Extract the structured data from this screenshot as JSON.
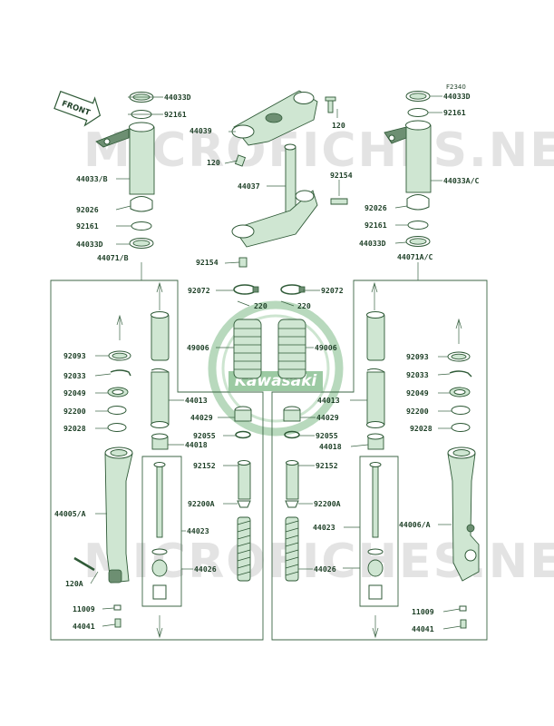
{
  "figure_code": "F2340",
  "front_label": "FRONT",
  "brand_logo_text": "Kawasaki",
  "watermark_text": "MICROFICHES.NET",
  "labels": {
    "l44033D_a": "44033D",
    "l92161_a": "92161",
    "l44033B": "44033/B",
    "l92026_a": "92026",
    "l92161_b": "92161",
    "l44033D_b": "44033D",
    "l44071B": "44071/B",
    "l44039": "44039",
    "l120_a": "120",
    "l120_b": "120",
    "l44037": "44037",
    "l92154_a": "92154",
    "l92154_b": "92154",
    "l44033D_c": "44033D",
    "l92161_c": "92161",
    "l44033AC": "44033A/C",
    "l92026_b": "92026",
    "l92161_d": "92161",
    "l44033D_d": "44033D",
    "l44071AC": "44071A/C",
    "l92072_a": "92072",
    "l92072_b": "92072",
    "l220_a": "220",
    "l220_b": "220",
    "l49006_a": "49006",
    "l49006_b": "49006",
    "l92093_a": "92093",
    "l92033_a": "92033",
    "l92049_a": "92049",
    "l92200_a": "92200",
    "l92028_a": "92028",
    "l44005A": "44005/A",
    "l120A": "120A",
    "l11009_a": "11009",
    "l44041_a": "44041",
    "l44013_a": "44013",
    "l44029_a": "44029",
    "l92055_a": "92055",
    "l44018_a": "44018",
    "l92152_a": "92152",
    "l92200A_a": "92200A",
    "l44023_a": "44023",
    "l44026_a": "44026",
    "l92093_b": "92093",
    "l92033_b": "92033",
    "l92049_b": "92049",
    "l92200_b": "92200",
    "l92028_b": "92028",
    "l44006A": "44006/A",
    "l11009_b": "11009",
    "l44041_b": "44041",
    "l44013_b": "44013",
    "l44029_b": "44029",
    "l92055_b": "92055",
    "l44018_b": "44018",
    "l92152_b": "92152",
    "l92200A_b": "92200A",
    "l44023_b": "44023",
    "l44026_b": "44026"
  },
  "colors": {
    "line": "#3c6545",
    "part_fill": "#cfe6d2",
    "label": "#1d3f26",
    "watermark": "#e3e3e3"
  }
}
